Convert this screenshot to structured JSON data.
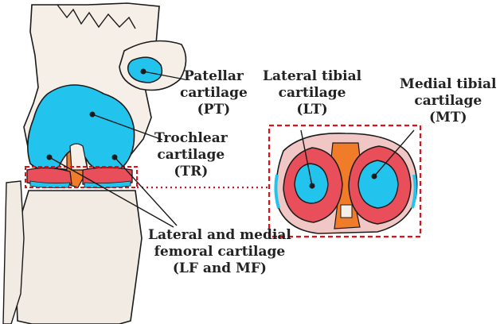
{
  "labels": {
    "patellar": {
      "line1": "Patellar",
      "line2": "cartilage",
      "line3": "(PT)"
    },
    "trochlear": {
      "line1": "Trochlear",
      "line2": "cartilage",
      "line3": "(TR)"
    },
    "femoral": {
      "line1": "Lateral and medial",
      "line2": "femoral cartilage",
      "line3": "(LF and MF)"
    },
    "lateral_tibial": {
      "line1": "Lateral tibial",
      "line2": "cartilage",
      "line3": "(LT)"
    },
    "medial_tibial": {
      "line1": "Medial tibial",
      "line2": "cartilage",
      "line3": "(MT)"
    }
  },
  "colors": {
    "cartilage": "#22c4ee",
    "meniscus": "#e84f5a",
    "ligament": "#f07c2a",
    "bone": "#f3ebe0",
    "bone_femur": "#f6efe7",
    "outline": "#1a1a1a",
    "highlight": "#e0101a"
  }
}
